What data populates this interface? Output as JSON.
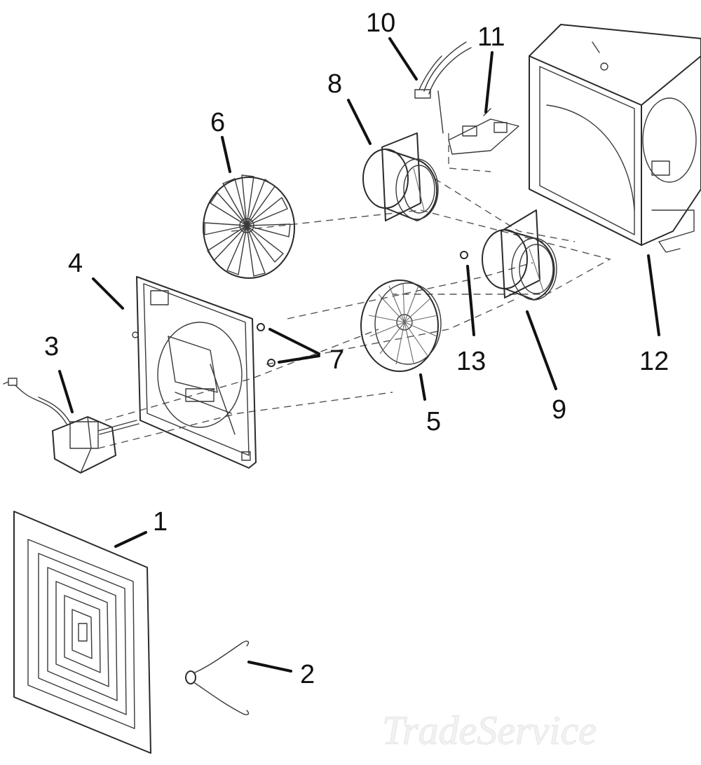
{
  "diagram": {
    "type": "exploded-parts-diagram",
    "parts": [
      {
        "number": "1",
        "depicts": "grille"
      },
      {
        "number": "2",
        "depicts": "grille spring clip"
      },
      {
        "number": "3",
        "depicts": "motor with cord"
      },
      {
        "number": "4",
        "depicts": "motor mounting plate"
      },
      {
        "number": "5",
        "depicts": "blower wheel"
      },
      {
        "number": "6",
        "depicts": "fan blade"
      },
      {
        "number": "7",
        "depicts": "screws"
      },
      {
        "number": "8",
        "depicts": "damper duct connector"
      },
      {
        "number": "9",
        "depicts": "damper duct connector"
      },
      {
        "number": "10",
        "depicts": "wiring connector"
      },
      {
        "number": "11",
        "depicts": "receptacle bracket"
      },
      {
        "number": "12",
        "depicts": "housing"
      },
      {
        "number": "13",
        "depicts": "screw"
      }
    ],
    "callouts": {
      "c1": "1",
      "c2": "2",
      "c3": "3",
      "c4": "4",
      "c5": "5",
      "c6": "6",
      "c7": "7",
      "c8": "8",
      "c9": "9",
      "c10": "10",
      "c11": "11",
      "c12": "12",
      "c13": "13"
    },
    "watermark": "TradeService"
  },
  "colors": {
    "line": "#2a2a2a",
    "background": "#ffffff",
    "watermark": "#e6e6e6"
  }
}
